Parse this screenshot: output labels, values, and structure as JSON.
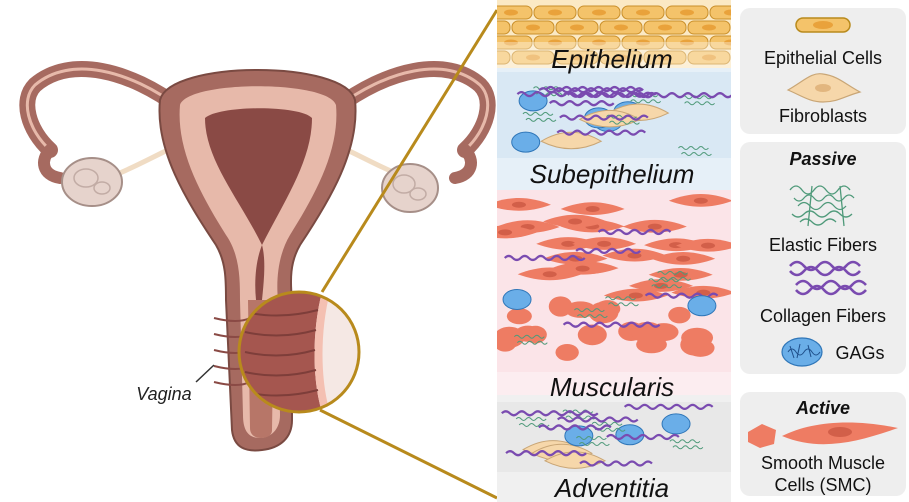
{
  "anatomy": {
    "label": "Vagina"
  },
  "layers": [
    {
      "id": "epithelium",
      "label": "Epithelium"
    },
    {
      "id": "subepithelium",
      "label": "Subepithelium"
    },
    {
      "id": "muscularis",
      "label": "Muscularis"
    },
    {
      "id": "adventitia",
      "label": "Adventitia"
    }
  ],
  "legend": {
    "cells": [
      {
        "label": "Epithelial Cells",
        "icon": "epithelial-cell-icon"
      },
      {
        "label": "Fibroblasts",
        "icon": "fibroblast-icon"
      }
    ],
    "passive": {
      "title": "Passive",
      "items": [
        {
          "label": "Elastic Fibers",
          "icon": "elastic-fiber-icon"
        },
        {
          "label": "Collagen Fibers",
          "icon": "collagen-fiber-icon"
        },
        {
          "label": "GAGs",
          "icon": "gag-icon"
        }
      ]
    },
    "active": {
      "title": "Active",
      "items": [
        {
          "label_line1": "Smooth Muscle",
          "label_line2": "Cells (SMC)",
          "icon": "smooth-muscle-cell-icon"
        }
      ]
    }
  },
  "colors": {
    "uterus_muscle": "#a66a60",
    "uterus_inner": "#e7b9aa",
    "endometrium": "#8a4a45",
    "ovary": "#e6d3cc",
    "callout": "#b88a1c",
    "epithelium": "#f4c36a",
    "subepithelium_bg": "#d9e8f4",
    "muscularis_bg": "#fbe4e8",
    "adventitia_bg": "#e6e6e6",
    "collagen": "#7a4bb0",
    "elastic": "#4f9a7a",
    "gag": "#3f8fd6",
    "smc": "#ee7c63",
    "fibroblast": "#f6d7aa",
    "legend_bg": "#eeeeee"
  }
}
